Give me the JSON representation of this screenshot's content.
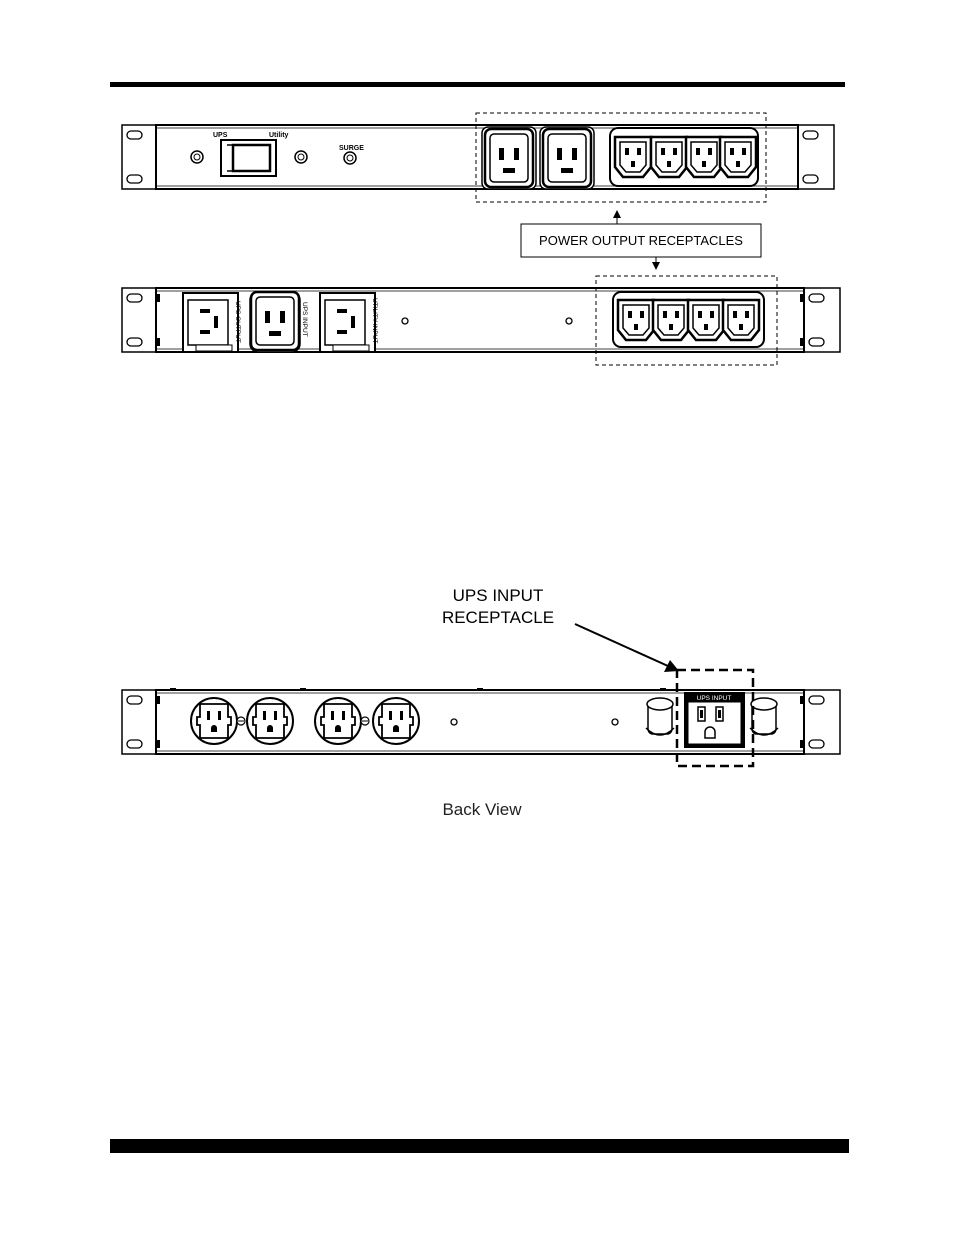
{
  "figure1": {
    "front_panel": {
      "switch_label_left": "UPS",
      "switch_label_right": "Utility",
      "surge_label": "SURGE"
    },
    "callout": "POWER OUTPUT RECEPTACLES",
    "rear_panel": {
      "ups_output_label": "UPS OUTPUT",
      "ups_input_label": "UPS INPUT",
      "utility_input_label": "UTILITY INPUT"
    }
  },
  "figure2": {
    "callout_line1": "UPS INPUT",
    "callout_line2": "RECEPTACLE",
    "inlet_label": "UPS INPUT",
    "caption": "Back View"
  }
}
